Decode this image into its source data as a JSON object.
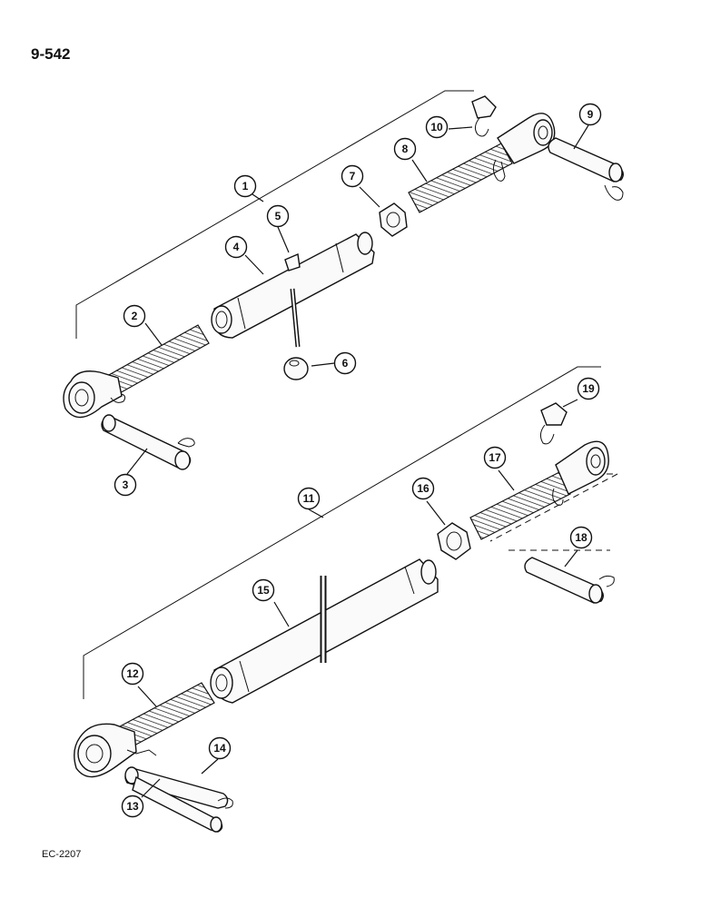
{
  "page_number": "9-542",
  "doc_code": "EC-2207",
  "callouts": [
    "1",
    "2",
    "3",
    "4",
    "5",
    "6",
    "7",
    "8",
    "9",
    "10",
    "11",
    "12",
    "13",
    "14",
    "15",
    "16",
    "17",
    "18",
    "19"
  ]
}
